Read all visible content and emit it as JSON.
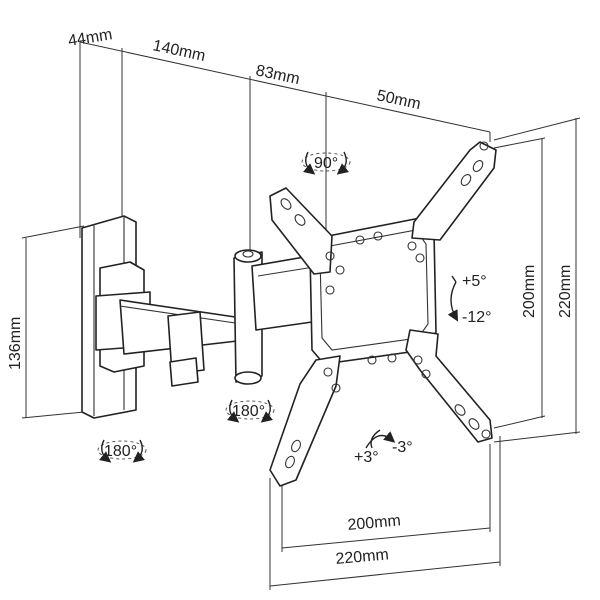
{
  "dimensions": {
    "wall_depth": "44mm",
    "arm_1": "140mm",
    "arm_2": "83mm",
    "head_offset": "50mm",
    "plate_height": "136mm",
    "vesa_v_inner": "200mm",
    "vesa_v_outer": "220mm",
    "vesa_h_inner": "200mm",
    "vesa_h_outer": "220mm"
  },
  "rotations": {
    "top_rotation": "90°",
    "wall_swivel": "180°",
    "arm_swivel": "180°",
    "tilt_up": "+5°",
    "tilt_down": "-12°",
    "level_plus": "+3°",
    "level_minus": "-3°"
  }
}
